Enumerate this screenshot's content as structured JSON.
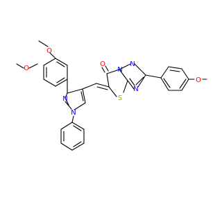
{
  "structure": {
    "atoms": {
      "methoxy_ch3_upper": "",
      "methoxy_o_upper": "O",
      "methoxy_ch3_left": "",
      "methoxy_o_left": "O",
      "carbonyl_o": "O",
      "ring_n_top": "N",
      "ring_n_right": "N",
      "ring_n_lower": "N",
      "thiazole_s": "S",
      "pyrazole_n2": "N",
      "pyrazole_n1": "N",
      "methoxy_o_right": "O"
    },
    "colors": {
      "bond": "#000000",
      "oxygen": "#ff0000",
      "nitrogen": "#0000ff",
      "sulfur": "#b8a800"
    }
  }
}
